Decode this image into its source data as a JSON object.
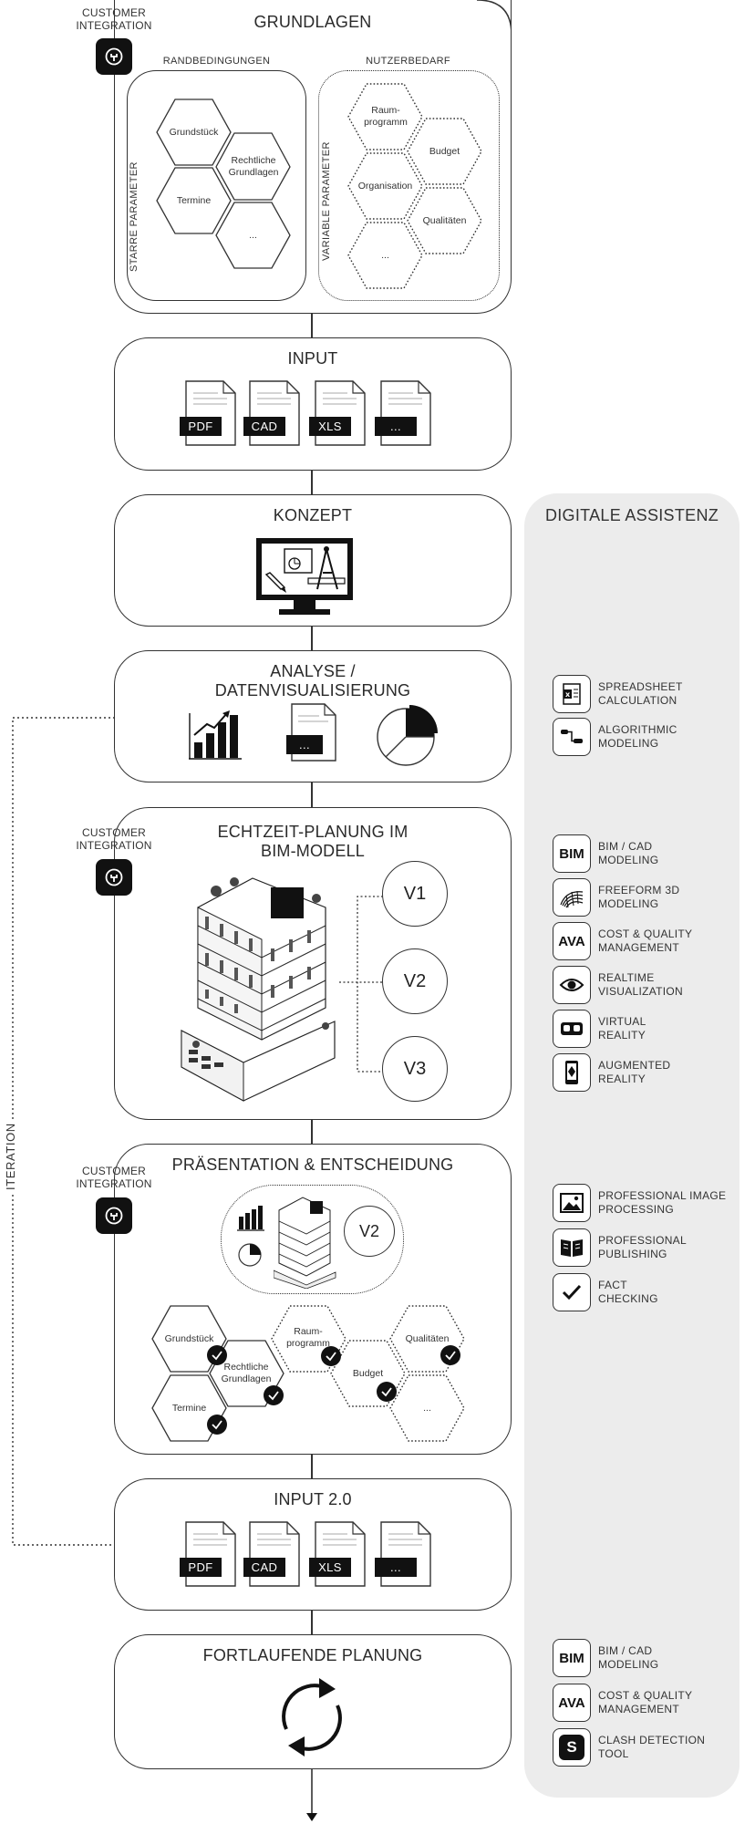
{
  "customer_integration": "CUSTOMER\nINTEGRATION",
  "grundlagen": {
    "title": "GRUNDLAGEN",
    "rand_label": "RANDBEDINGUNGEN",
    "nutzer_label": "NUTZERBEDARF",
    "starre": "STARRE PARAMETER",
    "variable": "VARIABLE PARAMETER",
    "rand_hex": [
      "Grundstück",
      "Rechtliche Grundlagen",
      "Termine",
      "..."
    ],
    "nutzer_hex": [
      "Raum-programm",
      "Budget",
      "Organisation",
      "Qualitäten",
      "..."
    ]
  },
  "input": {
    "title": "INPUT",
    "docs": [
      "PDF",
      "CAD",
      "XLS",
      "..."
    ]
  },
  "konzept": {
    "title": "KONZEPT"
  },
  "analyse": {
    "title": "ANALYSE /\nDATENVISUALISIERUNG",
    "doc_tag": "..."
  },
  "echtzeit": {
    "title": "ECHTZEIT-PLANUNG IM\nBIM-MODELL",
    "variants": [
      "V1",
      "V2",
      "V3"
    ]
  },
  "praesentation": {
    "title": "PRÄSENTATION & ENTSCHEIDUNG",
    "variant": "V2",
    "hex": [
      "Grundstück",
      "Rechtliche Grundlagen",
      "Termine",
      "Raum-programm",
      "Budget",
      "Qualitäten",
      "..."
    ]
  },
  "input2": {
    "title": "INPUT 2.0",
    "docs": [
      "PDF",
      "CAD",
      "XLS",
      "..."
    ]
  },
  "fortlaufend": {
    "title": "FORTLAUFENDE PLANUNG"
  },
  "iteration": "ITERATION",
  "assistenz": {
    "title": "DIGITALE ASSISTENZ",
    "tools": [
      {
        "icon": "spreadsheet-icon",
        "label": "SPREADSHEET\nCALCULATION"
      },
      {
        "icon": "algorithm-icon",
        "label": "ALGORITHMIC\nMODELING"
      },
      {
        "icon": "bim-icon",
        "icon_text": "BIM",
        "label": "BIM / CAD\nMODELING"
      },
      {
        "icon": "freeform-icon",
        "label": "FREEFORM 3D\nMODELING"
      },
      {
        "icon": "ava-icon",
        "icon_text": "AVA",
        "label": "COST & QUALITY\nMANAGEMENT"
      },
      {
        "icon": "eye-icon",
        "label": "REALTIME\nVISUALIZATION"
      },
      {
        "icon": "vr-icon",
        "label": "VIRTUAL\nREALITY"
      },
      {
        "icon": "ar-icon",
        "label": "AUGMENTED\nREALITY"
      },
      {
        "icon": "image-icon",
        "label": "PROFESSIONAL IMAGE\nPROCESSING"
      },
      {
        "icon": "publishing-icon",
        "label": "PROFESSIONAL\nPUBLISHING"
      },
      {
        "icon": "check-icon",
        "label": "FACT\nCHECKING"
      },
      {
        "icon": "bim-icon",
        "icon_text": "BIM",
        "label": "BIM / CAD\nMODELING"
      },
      {
        "icon": "ava-icon",
        "icon_text": "AVA",
        "label": "COST & QUALITY\nMANAGEMENT"
      },
      {
        "icon": "clash-icon",
        "icon_text": "S",
        "label": "CLASH DETECTION\nTOOL"
      }
    ]
  }
}
